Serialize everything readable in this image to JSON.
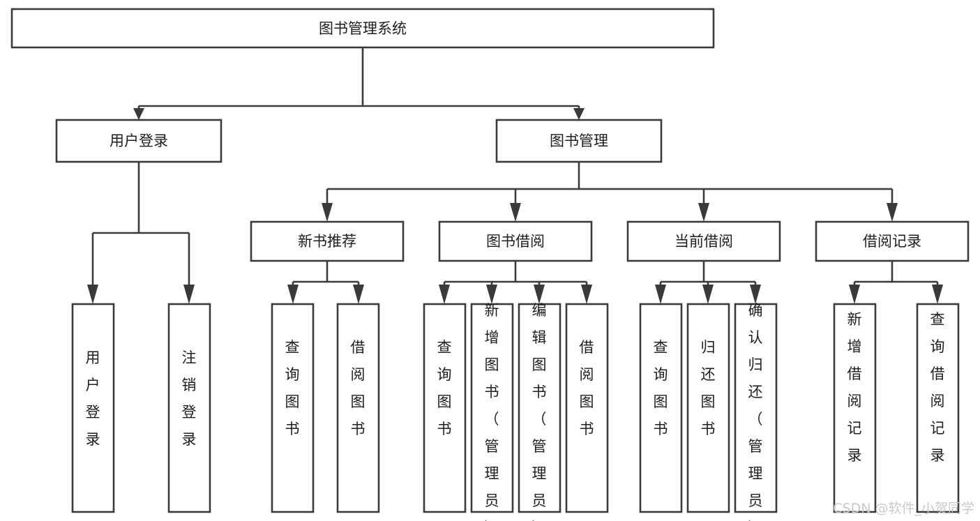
{
  "diagram": {
    "title": "图书管理系统",
    "type": "tree",
    "orientation": "top-down",
    "colors": {
      "box_fill": "#ffffff",
      "box_stroke": "#3a3a3a",
      "text": "#1d1d1d",
      "background": "#ffffff",
      "watermark": "#c9c9c9"
    },
    "root": {
      "label": "图书管理系统"
    },
    "level2": [
      {
        "label": "用户登录"
      },
      {
        "label": "图书管理"
      }
    ],
    "level3": [
      {
        "label": "新书推荐"
      },
      {
        "label": "图书借阅"
      },
      {
        "label": "当前借阅"
      },
      {
        "label": "借阅记录"
      }
    ],
    "leaves": {
      "user_login": [
        "用户登录",
        "注销登录"
      ],
      "new_book_recommend": [
        "查询图书",
        "借阅图书"
      ],
      "book_borrow": [
        "查询图书",
        "新增图书（管理员）",
        "编辑图书（管理员）",
        "借阅图书"
      ],
      "current_borrow": [
        "查询图书",
        "归还图书",
        "确认归还（管理员）"
      ],
      "borrow_record": [
        "新增借阅记录",
        "查询借阅记录"
      ]
    }
  },
  "watermark": {
    "text": "CSDN @软件_小贺同学"
  }
}
